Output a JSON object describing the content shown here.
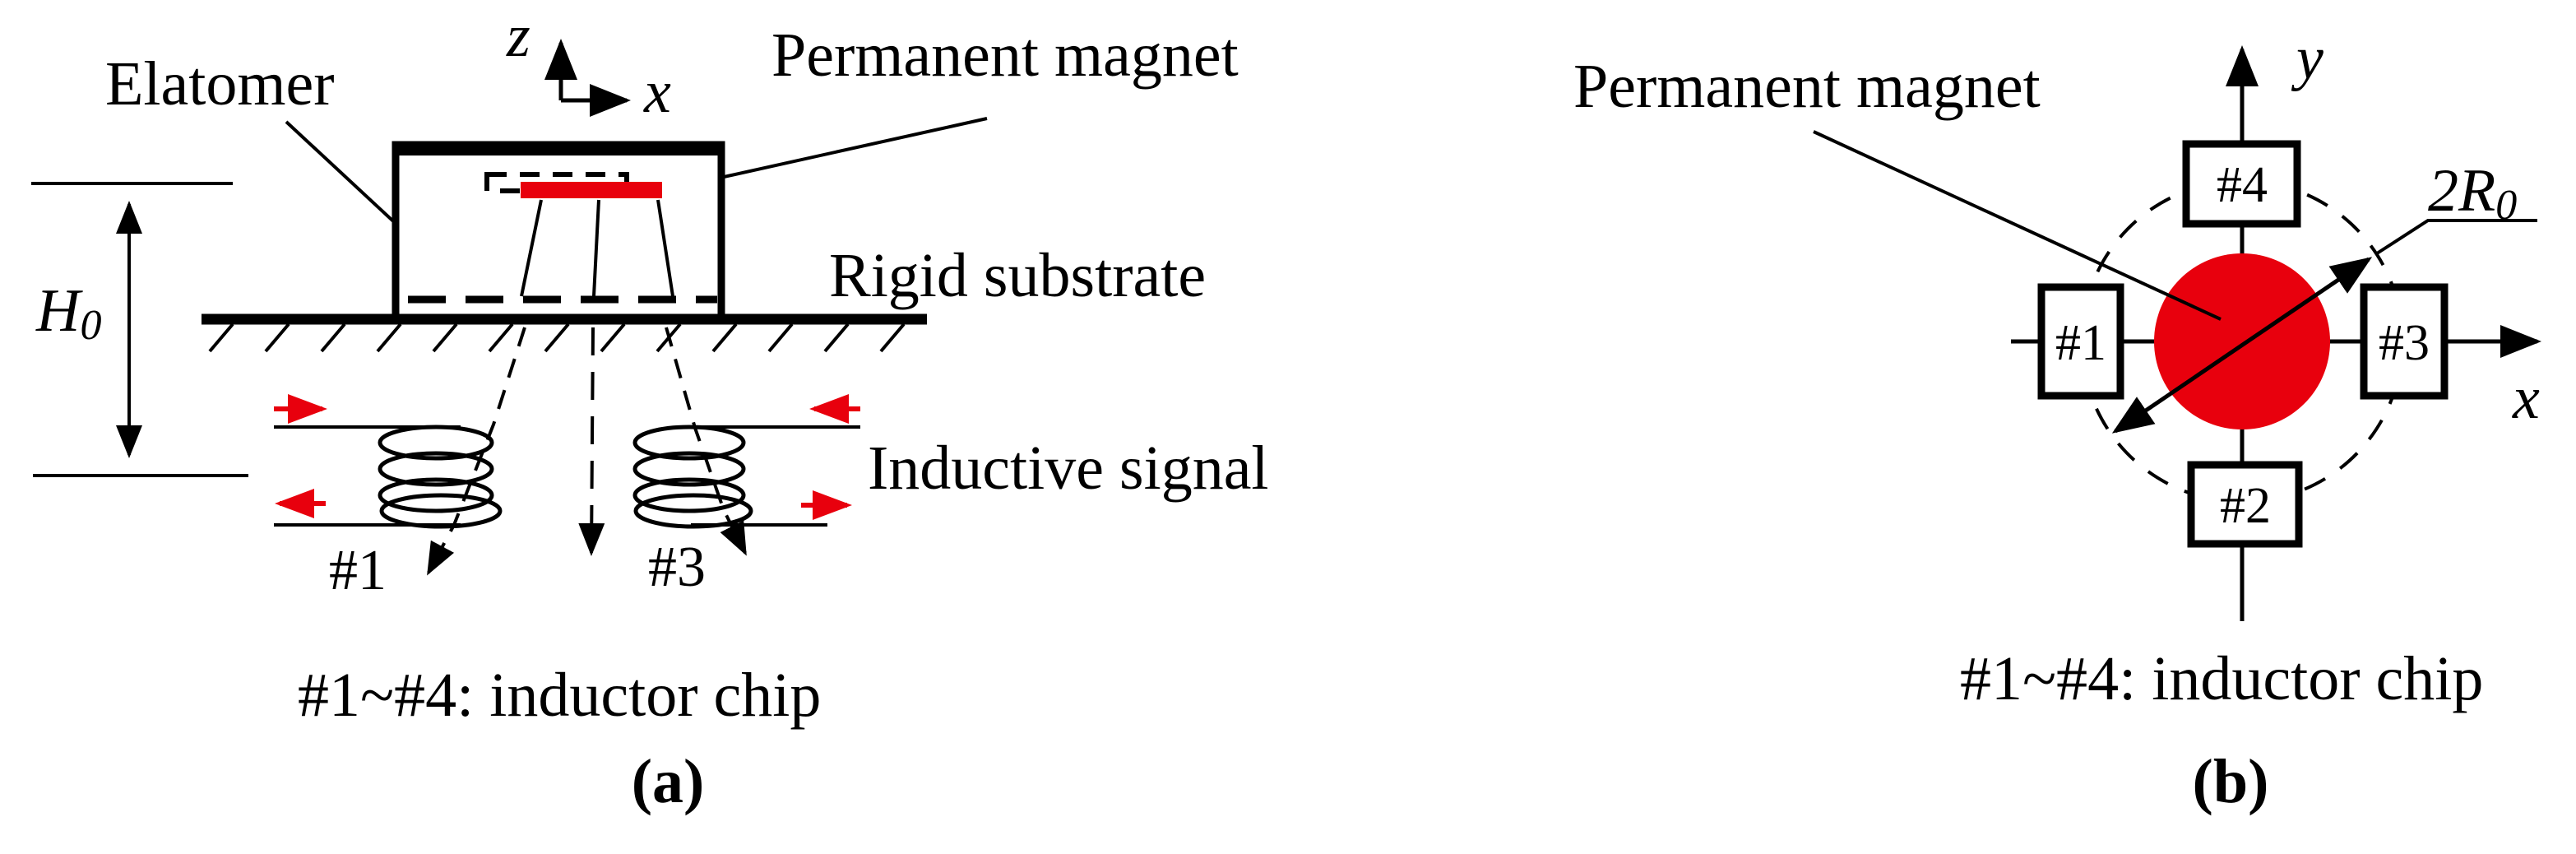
{
  "colors": {
    "magnet_red": "#e8000d",
    "line_black": "#000000",
    "background": "#ffffff"
  },
  "panel_a": {
    "caption": "(a)",
    "elastomer_label": "Elatomer",
    "magnet_label": "Permanent magnet",
    "substrate_label": "Rigid substrate",
    "signal_label": "Inductive signal",
    "axis_vertical": "z",
    "axis_horizontal": "x",
    "height_symbol": {
      "main": "H",
      "sub": "0"
    },
    "coil_left_label": "#1",
    "coil_right_label": "#3",
    "legend": "#1~#4: inductor chip"
  },
  "panel_b": {
    "caption": "(b)",
    "magnet_label": "Permanent magnet",
    "axis_vertical": "y",
    "axis_horizontal": "x",
    "diameter_symbol": {
      "main": "2R",
      "sub": "0"
    },
    "chips": {
      "top": "#4",
      "left": "#1",
      "right": "#3",
      "bottom": "#2"
    },
    "legend": "#1~#4: inductor chip"
  }
}
